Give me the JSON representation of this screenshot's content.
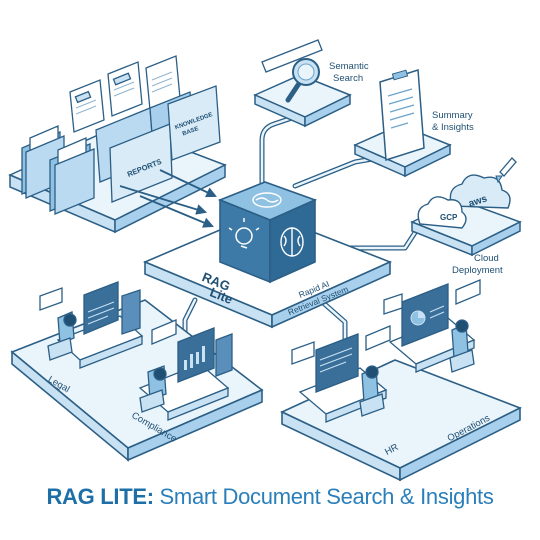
{
  "center": {
    "name_line1": "RAG",
    "name_line2": "Lite",
    "sub_line1": "Rapid AI",
    "sub_line2": "Retrieval System"
  },
  "documents": {
    "folder_reports": "REPORTS",
    "folder_kb_line1": "KNOWLEDGE",
    "folder_kb_line2": "BASE"
  },
  "features": {
    "semantic_line1": "Semantic",
    "semantic_line2": "Search",
    "summary_line1": "Summary",
    "summary_line2": "& Insights",
    "cloud_line1": "Cloud",
    "cloud_line2": "Deployment",
    "aws": "aws",
    "gcp": "GCP"
  },
  "departments": {
    "legal": "Legal",
    "compliance": "Compliance",
    "hr": "HR",
    "operations": "Operations"
  },
  "title": {
    "strong": "RAG LITE:",
    "rest": " Smart Document Search & Insights"
  },
  "colors": {
    "line": "#2c5f86",
    "fill_light": "#eaf4fb",
    "fill_mid": "#c9e2f3",
    "fill_dark": "#8fc1e3",
    "accent": "#1e6fa8",
    "screen": "#3a6f9a"
  }
}
